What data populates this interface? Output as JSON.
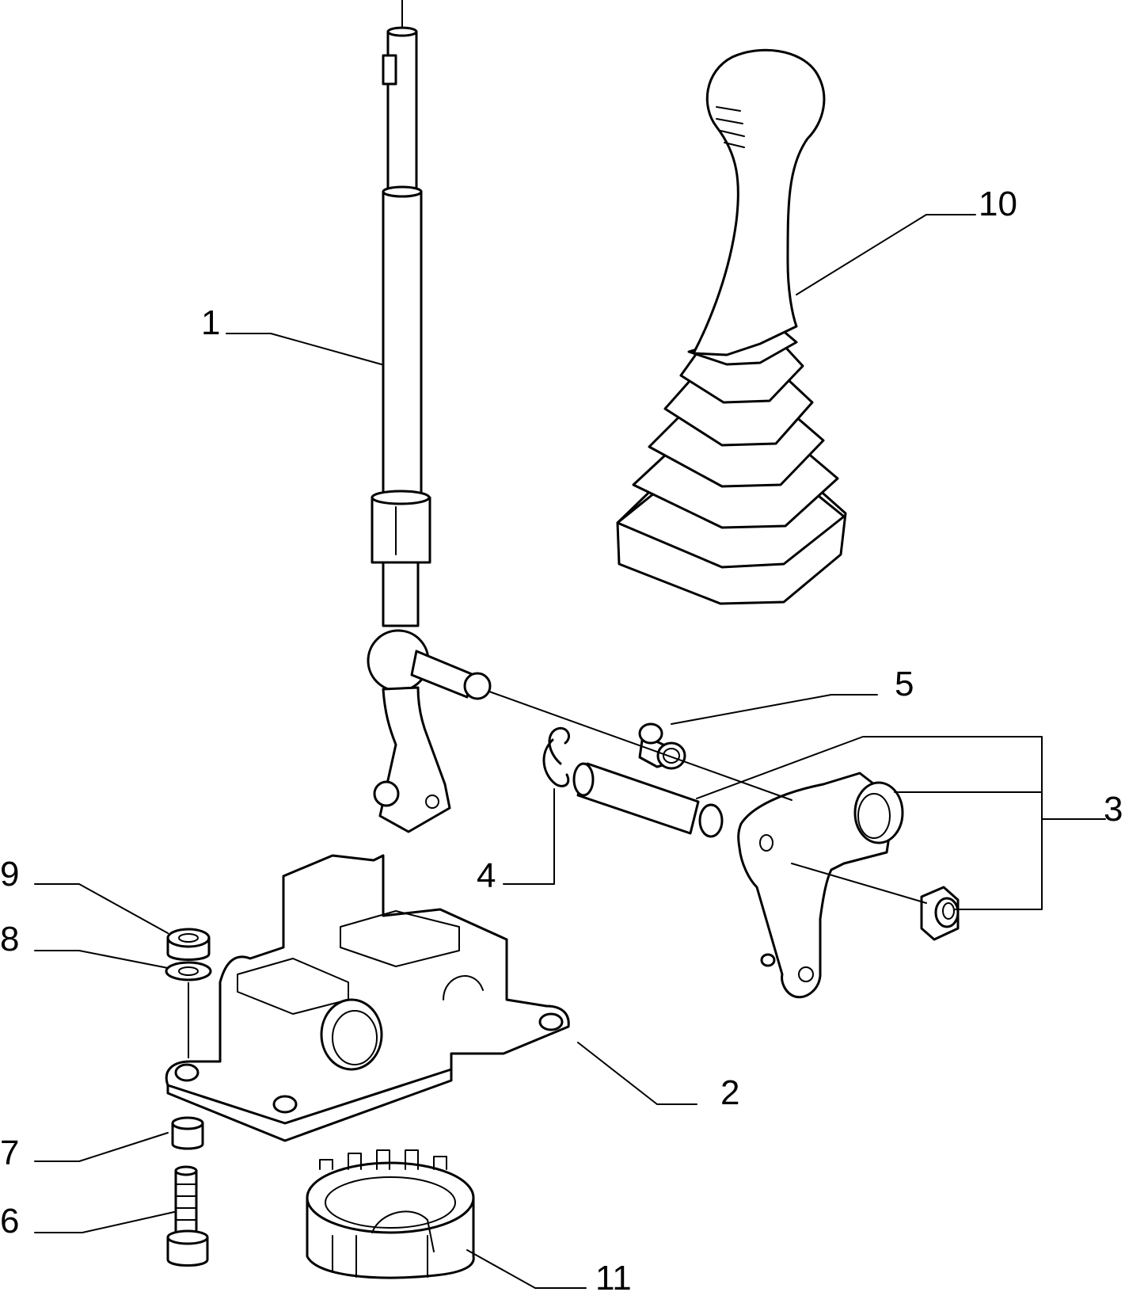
{
  "labels": {
    "p1": "1",
    "p2": "2",
    "p3": "3",
    "p4": "4",
    "p5": "5",
    "p6": "6",
    "p7": "7",
    "p8": "8",
    "p9": "9",
    "p10": "10",
    "p11": "11"
  }
}
